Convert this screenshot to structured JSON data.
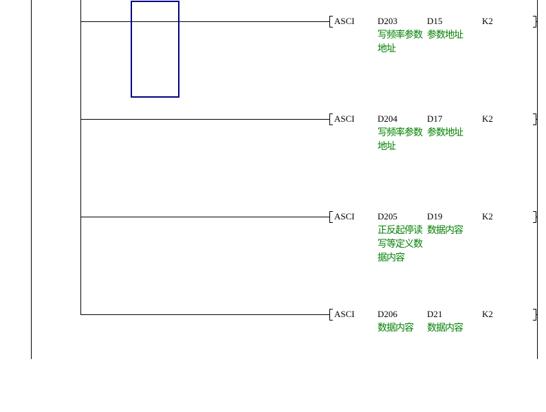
{
  "rungs": [
    {
      "instruction": "ASCI",
      "op1": "D203",
      "op2": "D15",
      "op3": "K2",
      "comment1": "写频率参数地址",
      "comment2": "参数地址"
    },
    {
      "instruction": "ASCI",
      "op1": "D204",
      "op2": "D17",
      "op3": "K2",
      "comment1": "写频率参数地址",
      "comment2": "参数地址"
    },
    {
      "instruction": "ASCI",
      "op1": "D205",
      "op2": "D19",
      "op3": "K2",
      "comment1": "正反起停读写等定义数据内容",
      "comment2": "数据内容"
    },
    {
      "instruction": "ASCI",
      "op1": "D206",
      "op2": "D21",
      "op3": "K2",
      "comment1": "数据内容",
      "comment2": "数据内容"
    }
  ],
  "colors": {
    "comment": "#008000",
    "cursor": "#000080"
  }
}
